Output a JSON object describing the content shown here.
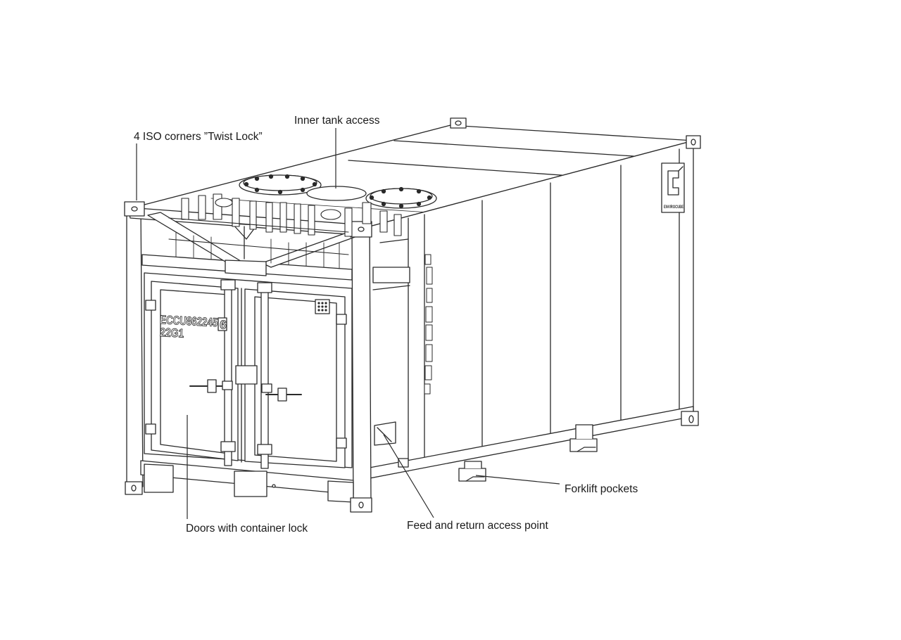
{
  "callouts": {
    "inner_tank_access": "Inner tank access",
    "iso_corners": "4 ISO corners ”Twist Lock”",
    "doors": "Doors with container lock",
    "feed_return": "Feed and return access point",
    "forklift": "Forklift pockets"
  },
  "container": {
    "id_line1": "ECCU862245",
    "check_digit": "6",
    "id_line2": "22G1",
    "brand": "ENVIROCUBE"
  },
  "colors": {
    "line": "#2a2a2a",
    "background": "#ffffff"
  }
}
